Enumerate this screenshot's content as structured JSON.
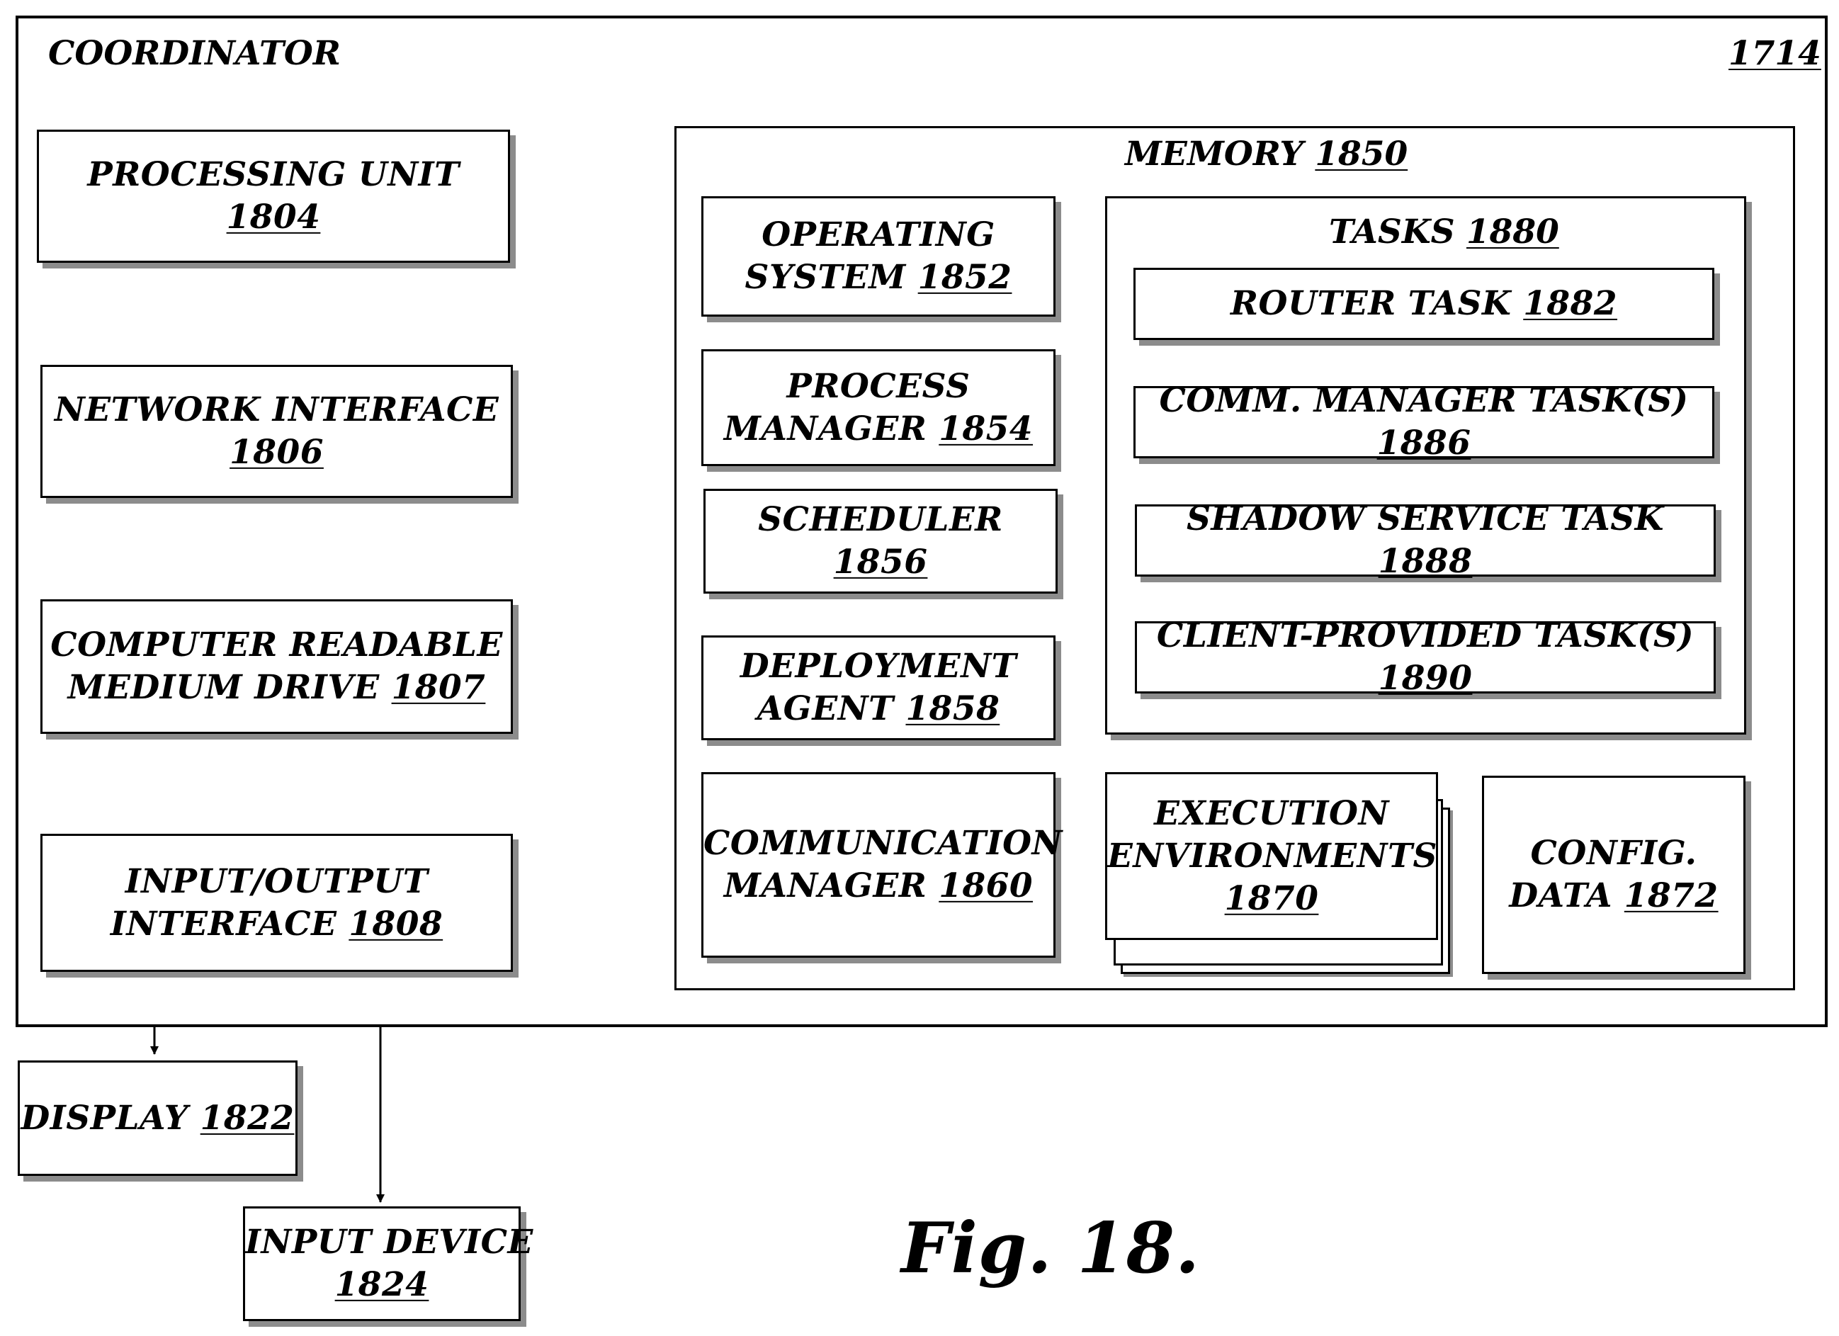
{
  "coordinator": {
    "title": "COORDINATOR",
    "ref": "1714"
  },
  "left_boxes": {
    "processing_unit": {
      "line1": "PROCESSING UNIT",
      "ref": "1804"
    },
    "network_interface": {
      "line1": "NETWORK INTERFACE",
      "ref": "1806"
    },
    "crm_drive": {
      "line1": "COMPUTER READABLE",
      "line2": "MEDIUM DRIVE",
      "ref": "1807"
    },
    "io_interface": {
      "line1": "INPUT/OUTPUT",
      "line2": "INTERFACE",
      "ref": "1808"
    }
  },
  "memory": {
    "title": "MEMORY",
    "ref": "1850",
    "operating_system": {
      "line1": "OPERATING",
      "line2": "SYSTEM",
      "ref": "1852"
    },
    "process_manager": {
      "line1": "PROCESS",
      "line2": "MANAGER",
      "ref": "1854"
    },
    "scheduler": {
      "line1": "SCHEDULER",
      "ref": "1856"
    },
    "deployment_agent": {
      "line1": "DEPLOYMENT",
      "line2": "AGENT",
      "ref": "1858"
    },
    "communication_manager": {
      "line1": "COMMUNICATION",
      "line2": "MANAGER",
      "ref": "1860"
    },
    "tasks": {
      "title": "TASKS",
      "ref": "1880",
      "router_task": {
        "label": "ROUTER TASK",
        "ref": "1882"
      },
      "comm_manager_tasks": {
        "label": "COMM. MANAGER TASK(S)",
        "ref": "1886"
      },
      "shadow_service_task": {
        "label": "SHADOW SERVICE TASK",
        "ref": "1888"
      },
      "client_provided_tasks": {
        "label": "CLIENT-PROVIDED TASK(S)",
        "ref": "1890"
      }
    },
    "execution_environments": {
      "line1": "EXECUTION",
      "line2": "ENVIRONMENTS",
      "ref": "1870"
    },
    "config_data": {
      "line1": "CONFIG.",
      "line2": "DATA",
      "ref": "1872"
    }
  },
  "external": {
    "display": {
      "label": "DISPLAY",
      "ref": "1822"
    },
    "input_device": {
      "line1": "INPUT DEVICE",
      "ref": "1824"
    }
  },
  "figure_label": "Fig. 18."
}
